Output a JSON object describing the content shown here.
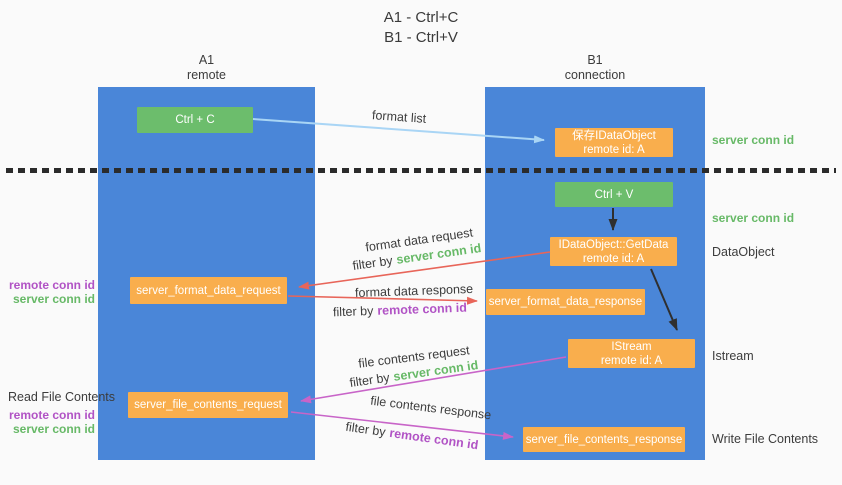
{
  "title": {
    "line1": "A1 - Ctrl+C",
    "line2": "B1 - Ctrl+V"
  },
  "columns": {
    "a": {
      "id": "A1",
      "subtitle": "remote"
    },
    "b": {
      "id": "B1",
      "subtitle": "connection"
    }
  },
  "boxes": {
    "ctrl_c": {
      "label": "Ctrl + C"
    },
    "save_idataobject": {
      "line1": "保存IDataObject",
      "line2": "remote id: A"
    },
    "ctrl_v": {
      "label": "Ctrl + V"
    },
    "getdata": {
      "line1": "IDataObject::GetData",
      "line2": "remote id: A"
    },
    "server_format_data_request": {
      "label": "server_format_data_request"
    },
    "server_format_data_response": {
      "label": "server_format_data_response"
    },
    "istream": {
      "line1": "IStream",
      "line2": "remote id: A"
    },
    "server_file_contents_request": {
      "label": "server_file_contents_request"
    },
    "server_file_contents_response": {
      "label": "server_file_contents_response"
    }
  },
  "flow_labels": {
    "format_list": "format list",
    "format_data_request": "format data request",
    "format_data_response": "format data response",
    "file_contents_request": "file contents request",
    "file_contents_response": "file contents response",
    "filter_by": "filter by",
    "server_conn_id": "server conn id",
    "remote_conn_id": "remote conn id"
  },
  "side_labels": {
    "remote_conn_id": "remote conn id",
    "server_conn_id": "server conn id",
    "read_file_contents": "Read File Contents",
    "write_file_contents": "Write File Contents",
    "dataobject": "DataObject",
    "istream": "Istream"
  },
  "colors": {
    "column_blue": "#4a86d8",
    "box_orange": "#f9ae4d",
    "box_green": "#6cbd6c",
    "arrow_red": "#e86559",
    "arrow_magenta": "#c864c8",
    "arrow_light_blue": "#a9d5f5",
    "arrow_black": "#2f2f2f",
    "text_green": "#67b967",
    "text_purple": "#b153c5"
  }
}
